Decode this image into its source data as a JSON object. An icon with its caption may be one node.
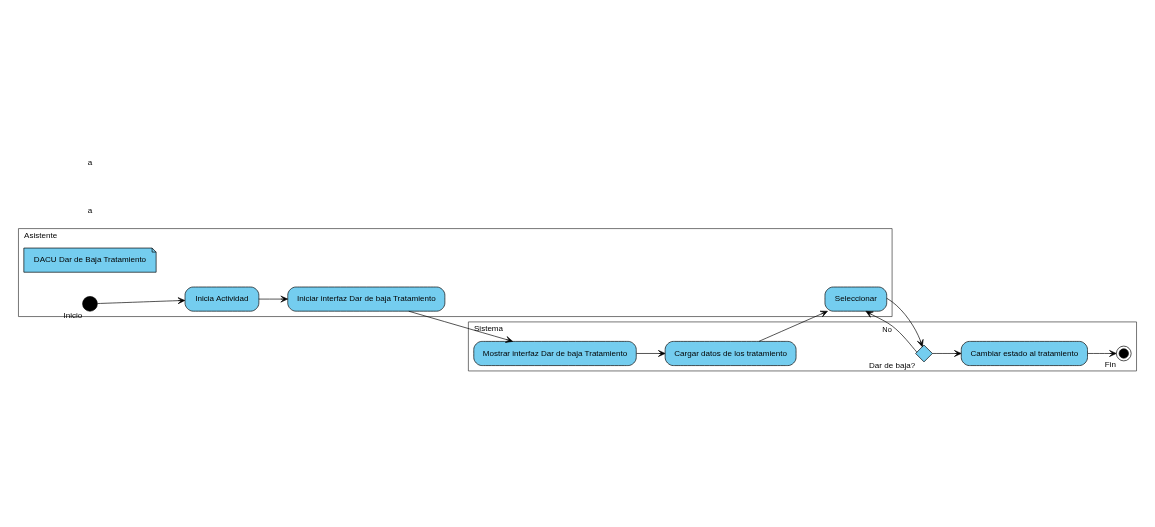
{
  "diagram": {
    "nodes": [
      {
        "text": [
          "Asistente"
        ]
      },
      {
        "text": [
          "Sistema"
        ]
      },
      {
        "text": [
          "DACU Dar de Baja Tratamiento"
        ],
        "in": 0
      },
      {
        "text": [],
        "shape": "circle",
        "beside": [
          "Inicio"
        ],
        "in": 0
      },
      {
        "text": [
          "Inicia Actividad"
        ],
        "in": 0
      },
      {
        "text": [
          "Iniciar interfaz Dar de baja Tratamiento"
        ],
        "in": 0
      },
      {
        "text": [
          "Seleccionar"
        ],
        "in": 0
      },
      {
        "text": [
          "Mostrar interfaz Dar de baja Tratamiento"
        ],
        "in": 1
      },
      {
        "text": [
          "Cargar datos de los tratamiento"
        ],
        "in": 1
      },
      {
        "text": [],
        "shape": "diamond",
        "beside": [
          "Dar de baja?"
        ],
        "in": 1
      },
      {
        "text": [
          "Cambiar estado al tratamiento"
        ],
        "in": 1
      },
      {
        "text": [],
        "shape": "circle",
        "beside": [
          "Fin"
        ],
        "in": 1
      }
    ],
    "edges": [
      {
        "from": 3,
        "to": 4,
        "arrow": "to"
      },
      {
        "from": 4,
        "to": 5,
        "arrow": "to"
      },
      {
        "from": 5,
        "to": 7,
        "arrow": "to"
      },
      {
        "from": 7,
        "to": 8,
        "arrow": "to"
      },
      {
        "from": 8,
        "to": 6,
        "arrow": "to"
      },
      {
        "from": 6,
        "to": 9,
        "arrow": "to"
      },
      {
        "from": 9,
        "to": 6,
        "arrow": "to",
        "label": "No"
      },
      {
        "from": 9,
        "to": 10,
        "arrow": "to"
      },
      {
        "from": 10,
        "to": 11,
        "arrow": "to"
      }
    ],
    "labels": [
      "a",
      "a"
    ]
  }
}
